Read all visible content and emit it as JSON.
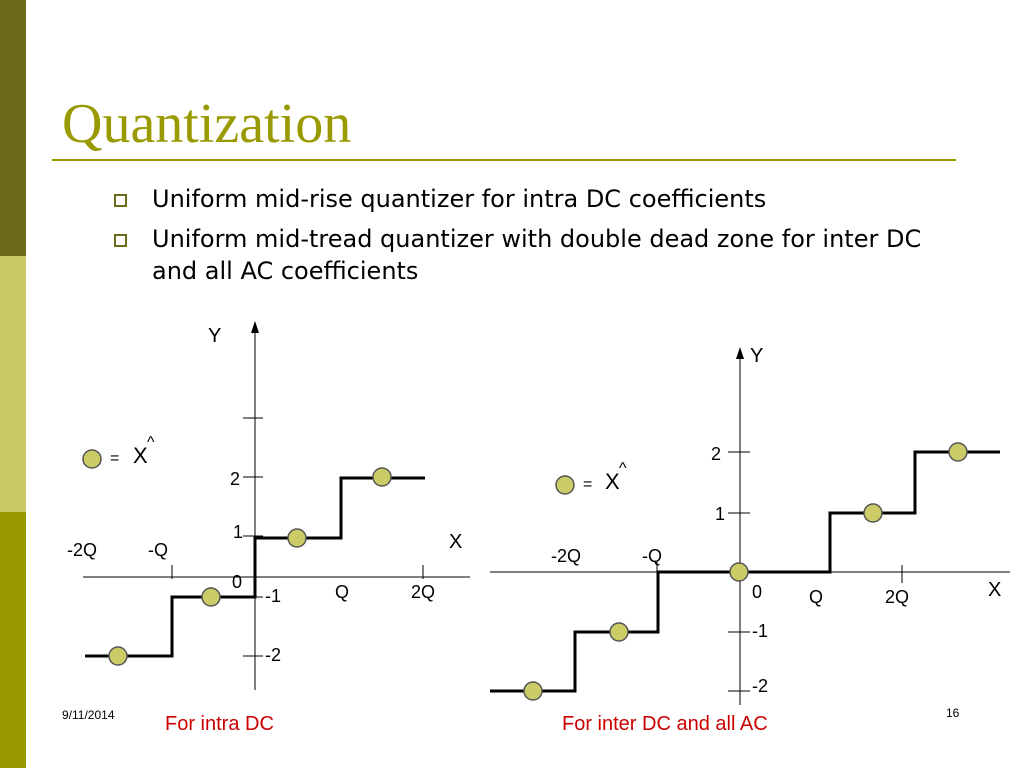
{
  "slide": {
    "title": "Quantization",
    "bullets": [
      "Uniform mid-rise quantizer for intra DC coefficients",
      "Uniform mid-tread quantizer with double dead zone for inter DC and all AC coefficients"
    ],
    "footer_date": "9/11/2014",
    "page_number": "16"
  },
  "diagrams": {
    "left": {
      "y_label": "Y",
      "x_label": "X",
      "legend": {
        "equals": "=",
        "symbol": "X",
        "hat": "^"
      },
      "tick_labels": {
        "two": "2",
        "one": "1",
        "zero": "0",
        "neg_one": "-1",
        "neg_two": "-2",
        "neg_2q": "-2Q",
        "neg_q": "-Q",
        "q": "Q",
        "two_q": "2Q"
      },
      "caption": "For intra DC"
    },
    "right": {
      "y_label": "Y",
      "x_label": "X",
      "legend": {
        "equals": "=",
        "symbol": "X",
        "hat": "^"
      },
      "tick_labels": {
        "two": "2",
        "one": "1",
        "zero": "0",
        "neg_one": "-1",
        "neg_two": "-2",
        "neg_2q": "-2Q",
        "neg_q": "-Q",
        "q": "Q",
        "two_q": "2Q"
      },
      "caption": "For inter DC and all AC"
    }
  },
  "colors": {
    "accent": "#999900",
    "dark_olive": "#6b6b1a",
    "light_olive": "#c9c966",
    "marker_fill": "#cccc66",
    "caption": "#cc0000"
  }
}
